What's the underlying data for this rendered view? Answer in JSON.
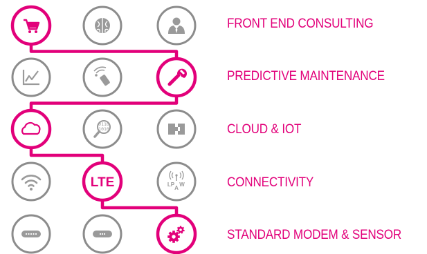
{
  "colors": {
    "accent": "#e2007a",
    "inactive": "#8c8c8c",
    "inactive_fill": "#9a9a9a"
  },
  "rows": [
    {
      "label": "FRONT END CONSULTING",
      "icons": [
        {
          "name": "shopping-cart-icon",
          "active": true
        },
        {
          "name": "brain-icon",
          "active": false
        },
        {
          "name": "consultant-icon",
          "active": false
        }
      ]
    },
    {
      "label": "PREDICTIVE MAINTENANCE",
      "icons": [
        {
          "name": "line-chart-icon",
          "active": false
        },
        {
          "name": "wireless-sensor-icon",
          "active": false
        },
        {
          "name": "wrench-icon",
          "active": true
        }
      ]
    },
    {
      "label": "CLOUD & IOT",
      "icons": [
        {
          "name": "cloud-icon",
          "active": true
        },
        {
          "name": "binary-search-icon",
          "active": false
        },
        {
          "name": "puzzle-connector-icon",
          "active": false
        }
      ]
    },
    {
      "label": "CONNECTIVITY",
      "icons": [
        {
          "name": "wifi-icon",
          "active": false
        },
        {
          "name": "lte-icon",
          "active": true,
          "text": "LTE"
        },
        {
          "name": "lpwa-icon",
          "active": false,
          "text": [
            "LP",
            "A",
            "W"
          ]
        }
      ]
    },
    {
      "label": "STANDARD MODEM & SENSOR",
      "icons": [
        {
          "name": "modem-icon",
          "active": false
        },
        {
          "name": "sensor-icon",
          "active": false
        },
        {
          "name": "gears-icon",
          "active": true
        }
      ]
    }
  ]
}
